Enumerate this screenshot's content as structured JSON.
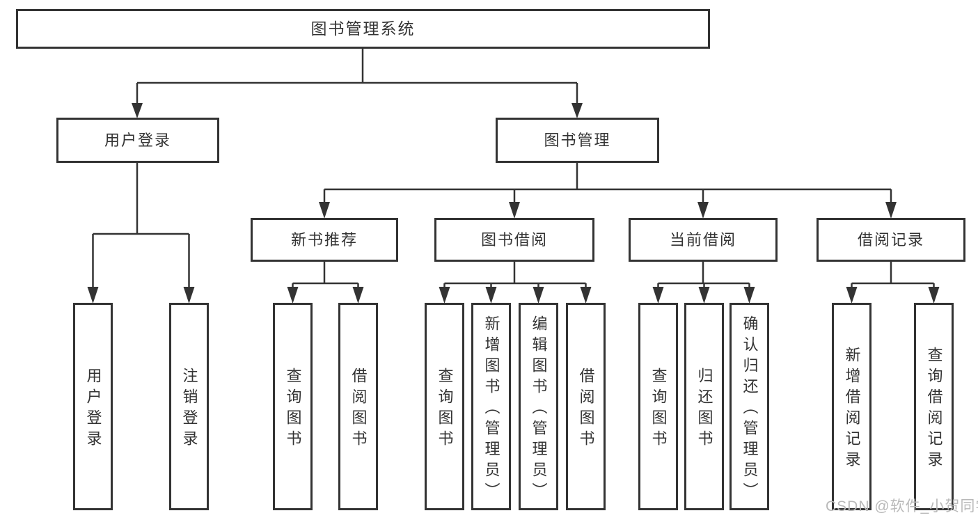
{
  "diagram_type": "hierarchy-tree",
  "tree": {
    "label": "图书管理系统",
    "children": [
      {
        "label": "用户登录",
        "children": [
          {
            "label": "用户登录"
          },
          {
            "label": "注销登录"
          }
        ]
      },
      {
        "label": "图书管理",
        "children": [
          {
            "label": "新书推荐",
            "children": [
              {
                "label": "查询图书"
              },
              {
                "label": "借阅图书"
              }
            ]
          },
          {
            "label": "图书借阅",
            "children": [
              {
                "label": "查询图书"
              },
              {
                "label": "新增图书（管理员）"
              },
              {
                "label": "编辑图书（管理员）"
              },
              {
                "label": "借阅图书"
              }
            ]
          },
          {
            "label": "当前借阅",
            "children": [
              {
                "label": "查询图书"
              },
              {
                "label": "归还图书"
              },
              {
                "label": "确认归还（管理员）"
              }
            ]
          },
          {
            "label": "借阅记录",
            "children": [
              {
                "label": "新增借阅记录"
              },
              {
                "label": "查询借阅记录"
              }
            ]
          }
        ]
      }
    ]
  },
  "watermark": {
    "text": "CSDN @软件_小贺同学"
  },
  "colors": {
    "line": "#333333",
    "box_border": "#333333",
    "text": "#333333",
    "watermark": "#b9b9b9",
    "background": "#ffffff"
  }
}
